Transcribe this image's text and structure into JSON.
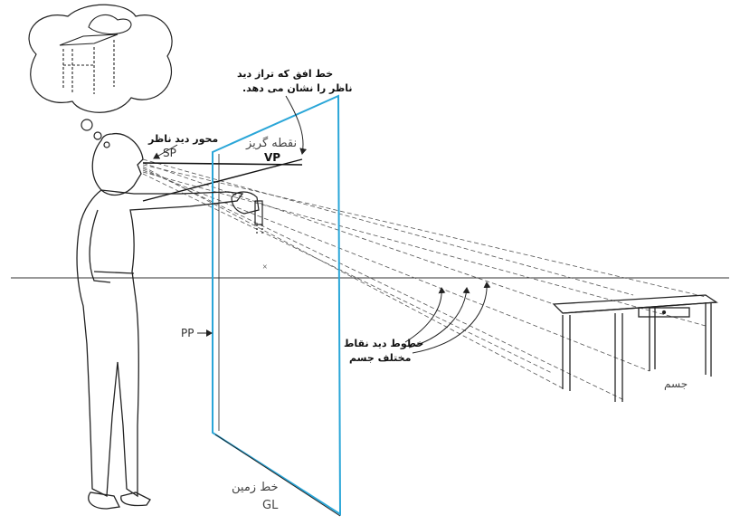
{
  "colors": {
    "picture_plane": "#2aa6d8",
    "ink": "#222222",
    "paper": "#ffffff"
  },
  "labels": {
    "horizon_note_line1": "خط افق که تراز دید",
    "horizon_note_line2": "ناظر را نشان می دهد.",
    "vanishing_point_fa": "نقطه گریز",
    "vanishing_point": "VP",
    "observer_axis": "محور دید ناظر",
    "station_point": "SP",
    "picture_plane": "PP",
    "sight_lines_line1": "خطوط دید نقاط",
    "sight_lines_line2": "مختلف جسم",
    "object": "جسم",
    "ground_line_fa": "خط زمین",
    "ground_line": "GL"
  }
}
